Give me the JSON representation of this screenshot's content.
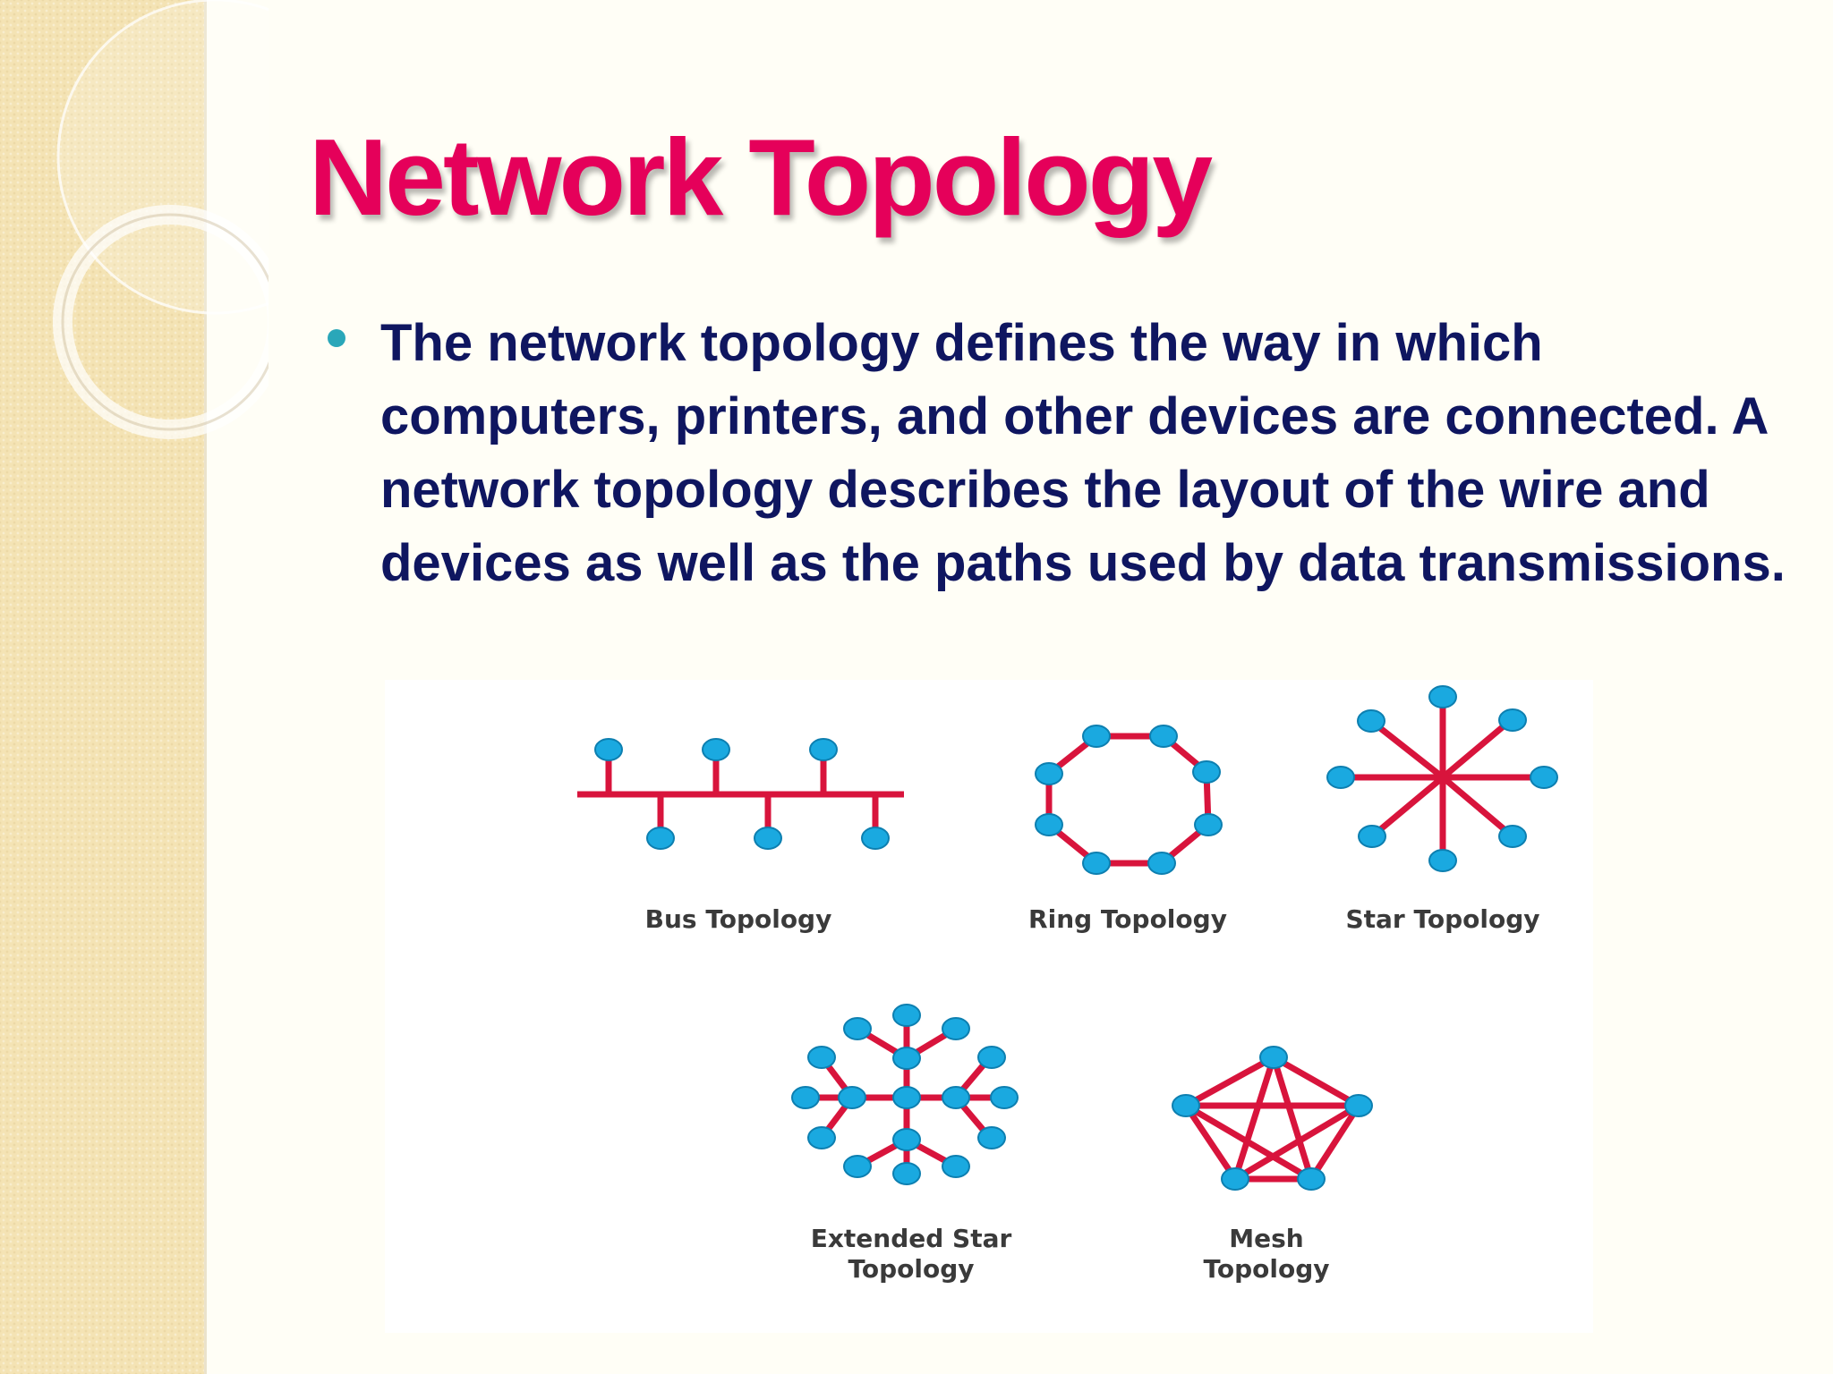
{
  "slide": {
    "title": "Network Topology",
    "bullet": "The network topology defines the way in which computers, printers, and other devices are connected. A network topology describes the layout of the wire and devices as well as the paths used by data transmissions."
  },
  "diagrams": {
    "bus": {
      "label": "Bus Topology"
    },
    "ring": {
      "label": "Ring Topology"
    },
    "star": {
      "label": "Star Topology"
    },
    "extended_star": {
      "label_line1": "Extended Star",
      "label_line2": "Topology"
    },
    "mesh": {
      "label_line1": "Mesh",
      "label_line2": "Topology"
    }
  },
  "colors": {
    "title": "#e5005a",
    "body_text": "#0f1660",
    "bullet": "#2aa7b9",
    "link": "#d8143c",
    "node": "#1aa9e0",
    "side_strip": "#f4e3b4"
  }
}
